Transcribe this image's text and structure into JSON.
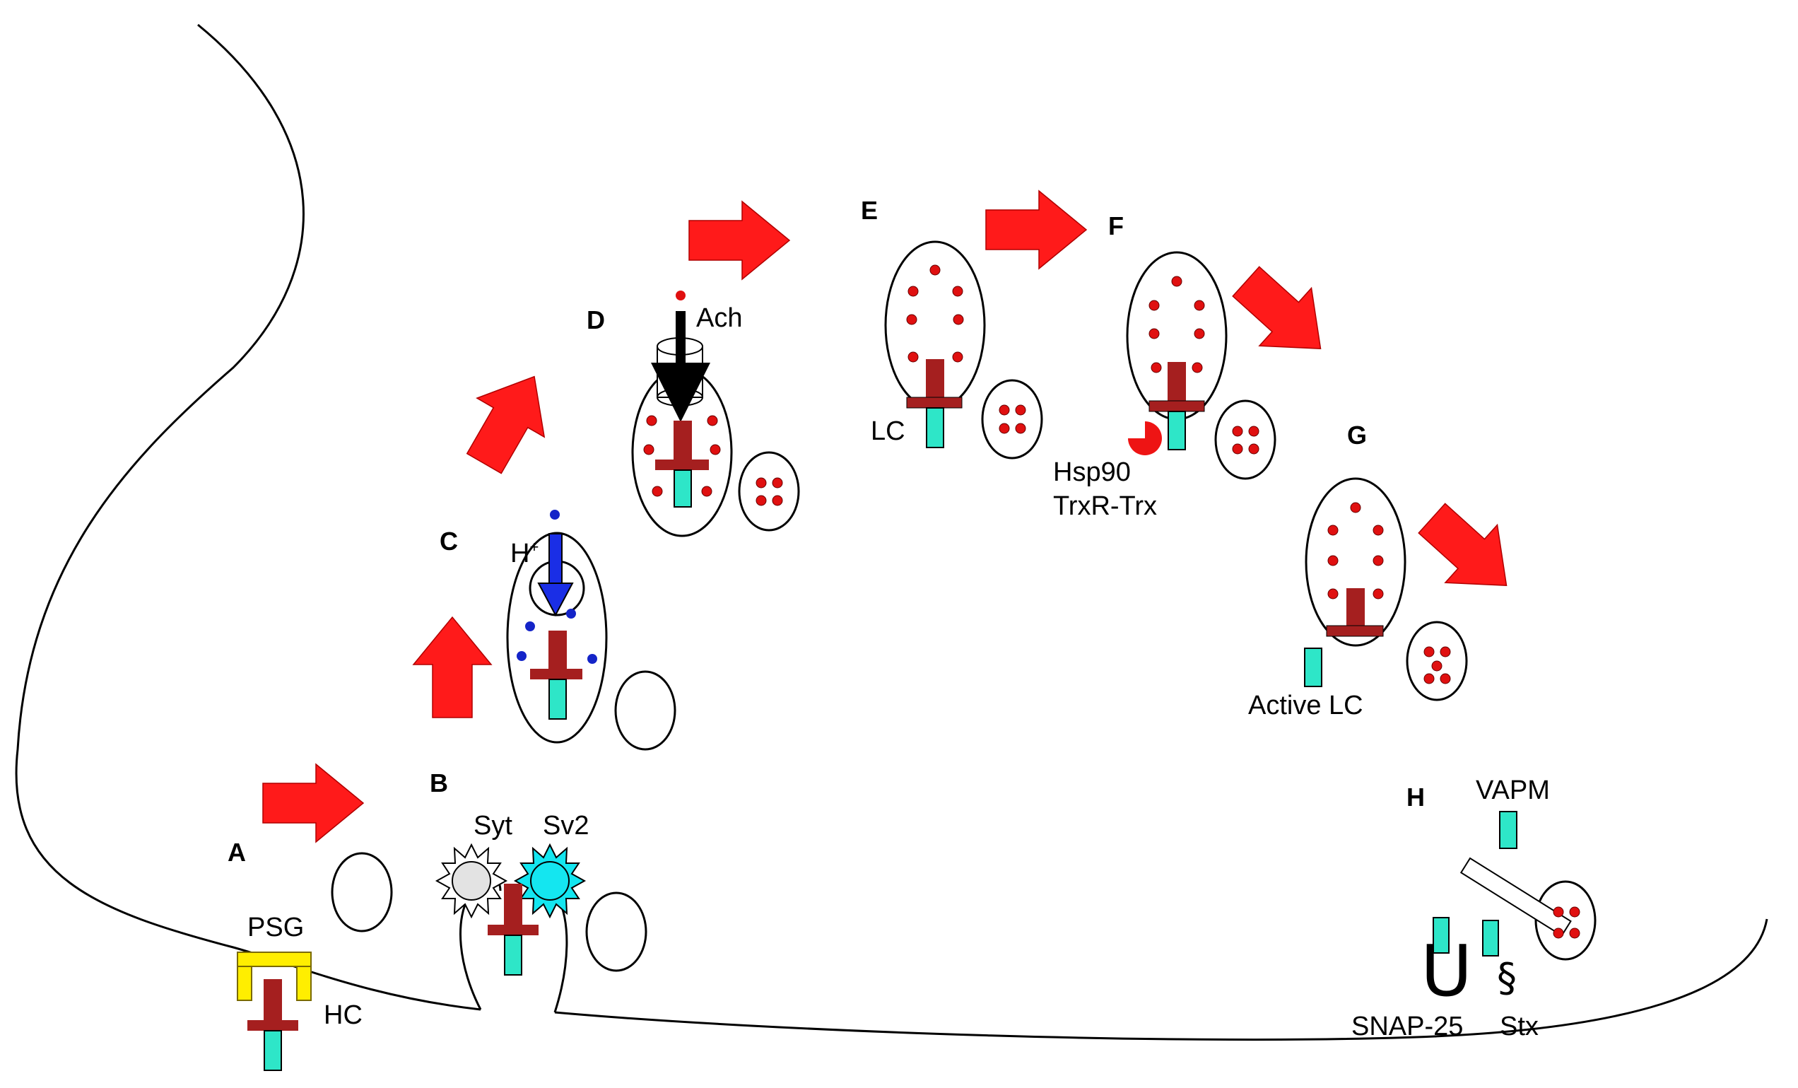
{
  "steps": {
    "a": "A",
    "b": "B",
    "c": "C",
    "d": "D",
    "e": "E",
    "f": "F",
    "g": "G",
    "h": "H"
  },
  "labels": {
    "psg": "PSG",
    "hc": "HC",
    "syt": "Syt",
    "sv2": "Sv2",
    "h_plus": "H",
    "h_plus_sup": "+",
    "ach": "Ach",
    "lc": "LC",
    "hsp90": "Hsp90",
    "trxr_trx": "TrxR-Trx",
    "active_lc": "Active LC",
    "vapm": "VAPM",
    "snap25": "SNAP-25",
    "stx": "Stx",
    "snap25_symbol": "U",
    "stx_symbol": "§"
  },
  "colors": {
    "heavy_chain": "#a51f1f",
    "light_chain": "#2ee6c8",
    "arrow": "#ff1a1a",
    "dot": "#e01010",
    "proton": "#1424c8",
    "proton_arrow": "#1a2ee6",
    "psg": "#ffee00",
    "syt": "#e3e3e3",
    "sv2": "#14e6f0",
    "hsp90": "#ee1414"
  }
}
